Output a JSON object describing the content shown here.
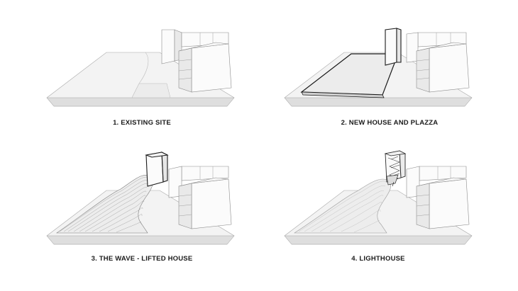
{
  "panels": [
    {
      "step": 1,
      "caption": "1. EXISTING SITE"
    },
    {
      "step": 2,
      "caption": "2. NEW HOUSE AND PLAZZA"
    },
    {
      "step": 3,
      "caption": "3. THE WAVE - LIFTED HOUSE"
    },
    {
      "step": 4,
      "caption": "4. LIGHTHOUSE"
    }
  ],
  "colors": {
    "background": "#ffffff",
    "ground_top": "#f3f3f3",
    "ground_side": "#dedede",
    "building_face": "#fbfbfb",
    "building_side": "#e9e9e9",
    "edge": "#8c8c8c",
    "highlight_edge": "#1a1a1a",
    "caption": "#1b1b1b"
  }
}
